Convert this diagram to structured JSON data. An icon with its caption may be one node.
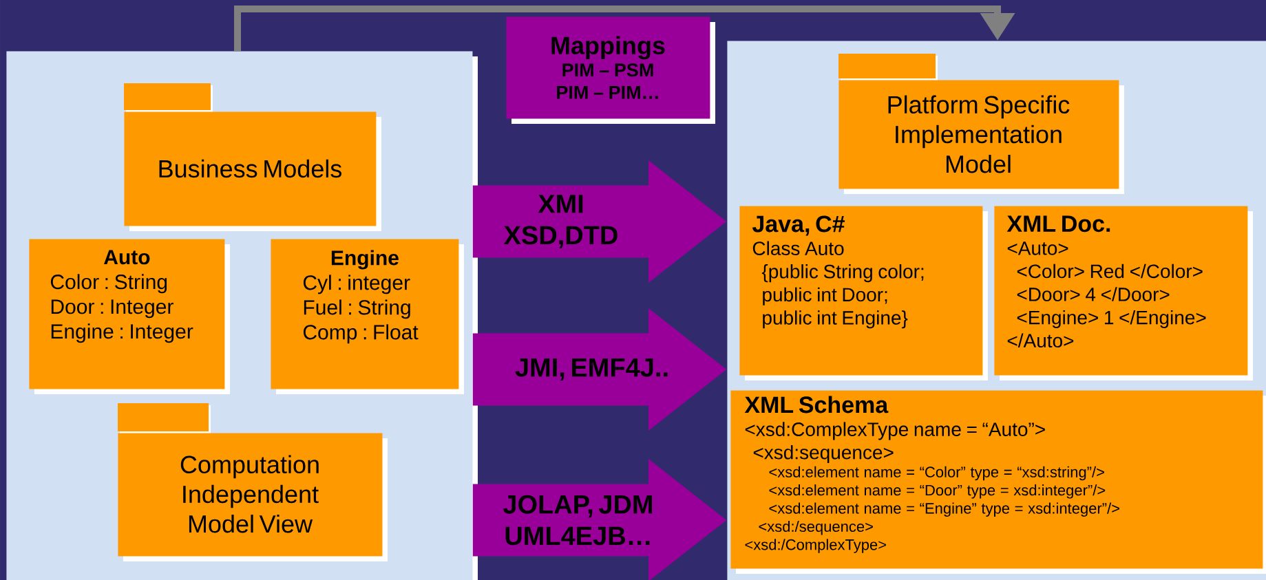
{
  "diagram": {
    "nodes": [
      {
        "text": [],
        "shape": "box"
      },
      {
        "text": [
          "Business Models"
        ],
        "in": 0
      },
      {
        "text": [
          "Auto",
          "Color : String",
          "Door : Integer",
          "Engine : Integer"
        ],
        "in": 0
      },
      {
        "text": [
          "Engine",
          "Cyl : integer",
          "Fuel : String",
          "Comp : Float"
        ],
        "in": 0
      },
      {
        "text": [
          "Computation Independent Model View"
        ],
        "in": 0
      },
      {
        "text": [
          "Mappings",
          "PIM – PSM",
          "PIM – PIM…"
        ]
      },
      {
        "text": [],
        "shape": "box"
      },
      {
        "text": [
          "Platform Specific Implementation Model"
        ],
        "in": 6
      },
      {
        "text": [
          "Java, C#",
          "Class Auto",
          "{public String  color;",
          "public int Door;",
          "public int Engine}"
        ],
        "in": 6
      },
      {
        "text": [
          "XML Doc.",
          "<Auto>",
          "<Color> Red </Color>",
          "<Door>  4 </Door>",
          "<Engine> 1 </Engine>",
          "</Auto>"
        ],
        "in": 6
      },
      {
        "text": [
          "XML Schema",
          "<xsd:ComplexType name = “Auto”>",
          "<xsd:sequence>",
          "<xsd:element name = “Color” type = “xsd:string”/>",
          "<xsd:element name = “Door” type = xsd:integer”/>",
          "<xsd:element name = “Engine” type = xsd:integer”/>",
          "<xsd:/sequence>",
          "<xsd:/ComplexType>"
        ],
        "in": 6
      }
    ],
    "edges": [
      {
        "from": 0,
        "to": 6,
        "arrow": "to",
        "color": "#808080"
      },
      {
        "from": 0,
        "to": 6,
        "arrow": "to",
        "label": "XMI XSD,DTD"
      },
      {
        "from": 0,
        "to": 6,
        "arrow": "to",
        "label": "JMI, EMF4J.."
      },
      {
        "from": 0,
        "to": 6,
        "arrow": "to",
        "label": "JOLAP, JDM UML4EJB…"
      }
    ]
  }
}
